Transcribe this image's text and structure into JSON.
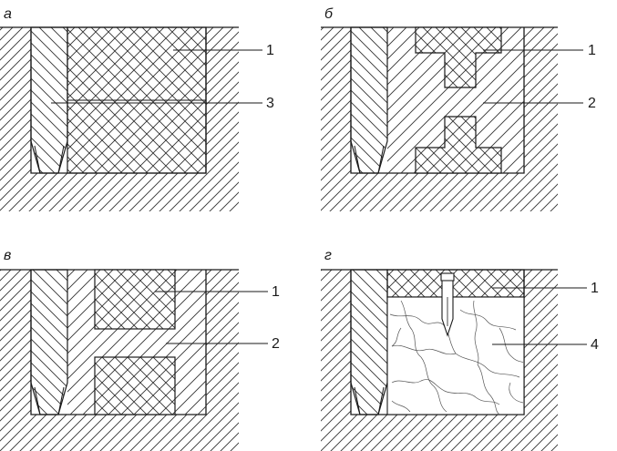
{
  "panels": [
    {
      "id": "a",
      "letter": "а",
      "callouts": [
        "1",
        "3"
      ]
    },
    {
      "id": "b",
      "letter": "б",
      "callouts": [
        "1",
        "2"
      ]
    },
    {
      "id": "v",
      "letter": "в",
      "callouts": [
        "1",
        "2"
      ]
    },
    {
      "id": "g",
      "letter": "г",
      "callouts": [
        "1",
        "4"
      ]
    }
  ],
  "colors": {
    "line": "#1a1a1a",
    "background": "#ffffff"
  }
}
